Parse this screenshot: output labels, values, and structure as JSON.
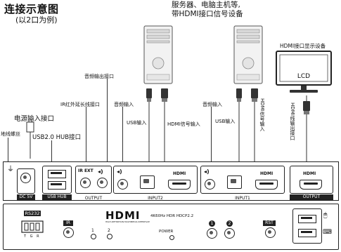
{
  "title": "连接示意图",
  "subtitle": "(以2口为例)",
  "computers_caption_line1": "服务器、电脑主机等,",
  "computers_caption_line2": "带HDMI接口信号设备",
  "display_caption": "HDMI接口显示设备",
  "monitor_label": "LCD",
  "labels": {
    "power_input": "电源输入接口",
    "ground_screw": "地线螺丝",
    "usb_hub": "USB2.0 HUB接口",
    "ir_ext": "IR红外延长线接口",
    "audio_out": "音频输出接口",
    "audio_in_2": "音频输入",
    "usb_in_2": "USB输入",
    "hdmi_in_2": "HDMI信号输入",
    "audio_in_1": "音频输入",
    "usb_in_1": "USB输入",
    "hdmi_in_1": "HDMI信号输入",
    "hdmi_out": "HDMI线输出接口"
  },
  "rear_panel": {
    "dc": "DC 5V",
    "usb_hub": "USB HUB",
    "ir_ext": "IR EXT",
    "output": "OUTPUT",
    "input2": "INPUT2",
    "input1": "INPUT1",
    "hdmi": "HDMI",
    "hdmi_output": "OUTPUT"
  },
  "front_panel": {
    "rs232": "RS232",
    "rs232_pins": "T G R",
    "ir": "IR",
    "led1": "1",
    "led2": "2",
    "brand": "HDMI",
    "brand_sub": "HIGH-DEFINITION MULTIMEDIA INTERFACE",
    "spec": "4K60Hz  HDR HDCP2.2",
    "power": "POWER",
    "btn1": "1",
    "btn2": "2",
    "rst": "RST"
  }
}
